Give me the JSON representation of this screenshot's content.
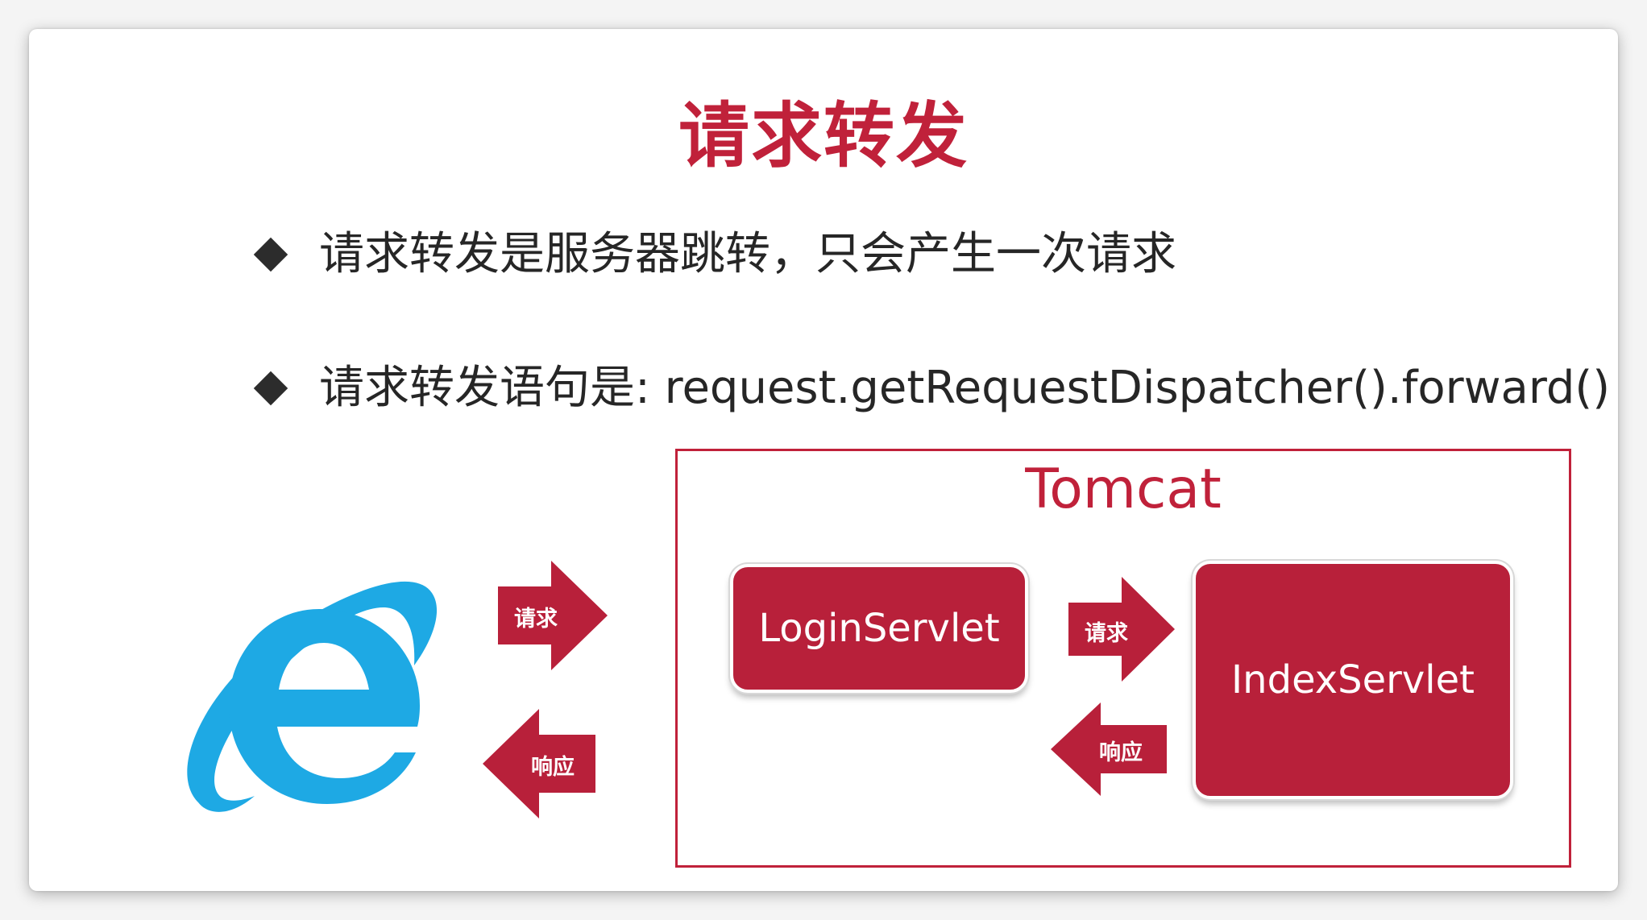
{
  "slide": {
    "title": "请求转发",
    "bullets": [
      "请求转发是服务器跳转，只会产生一次请求",
      "请求转发语句是: request.getRequestDispatcher().forward()"
    ]
  },
  "diagram": {
    "container_label": "Tomcat",
    "client_icon": "internet-explorer-icon",
    "nodes": {
      "login": "LoginServlet",
      "index": "IndexServlet"
    },
    "arrows": {
      "client_request": "请求",
      "client_response": "响应",
      "servlet_request": "请求",
      "servlet_response": "响应"
    }
  },
  "colors": {
    "accent": "#c0213a",
    "node_fill": "#b8203a",
    "ie_blue": "#1ea9e4",
    "text": "#262626"
  }
}
